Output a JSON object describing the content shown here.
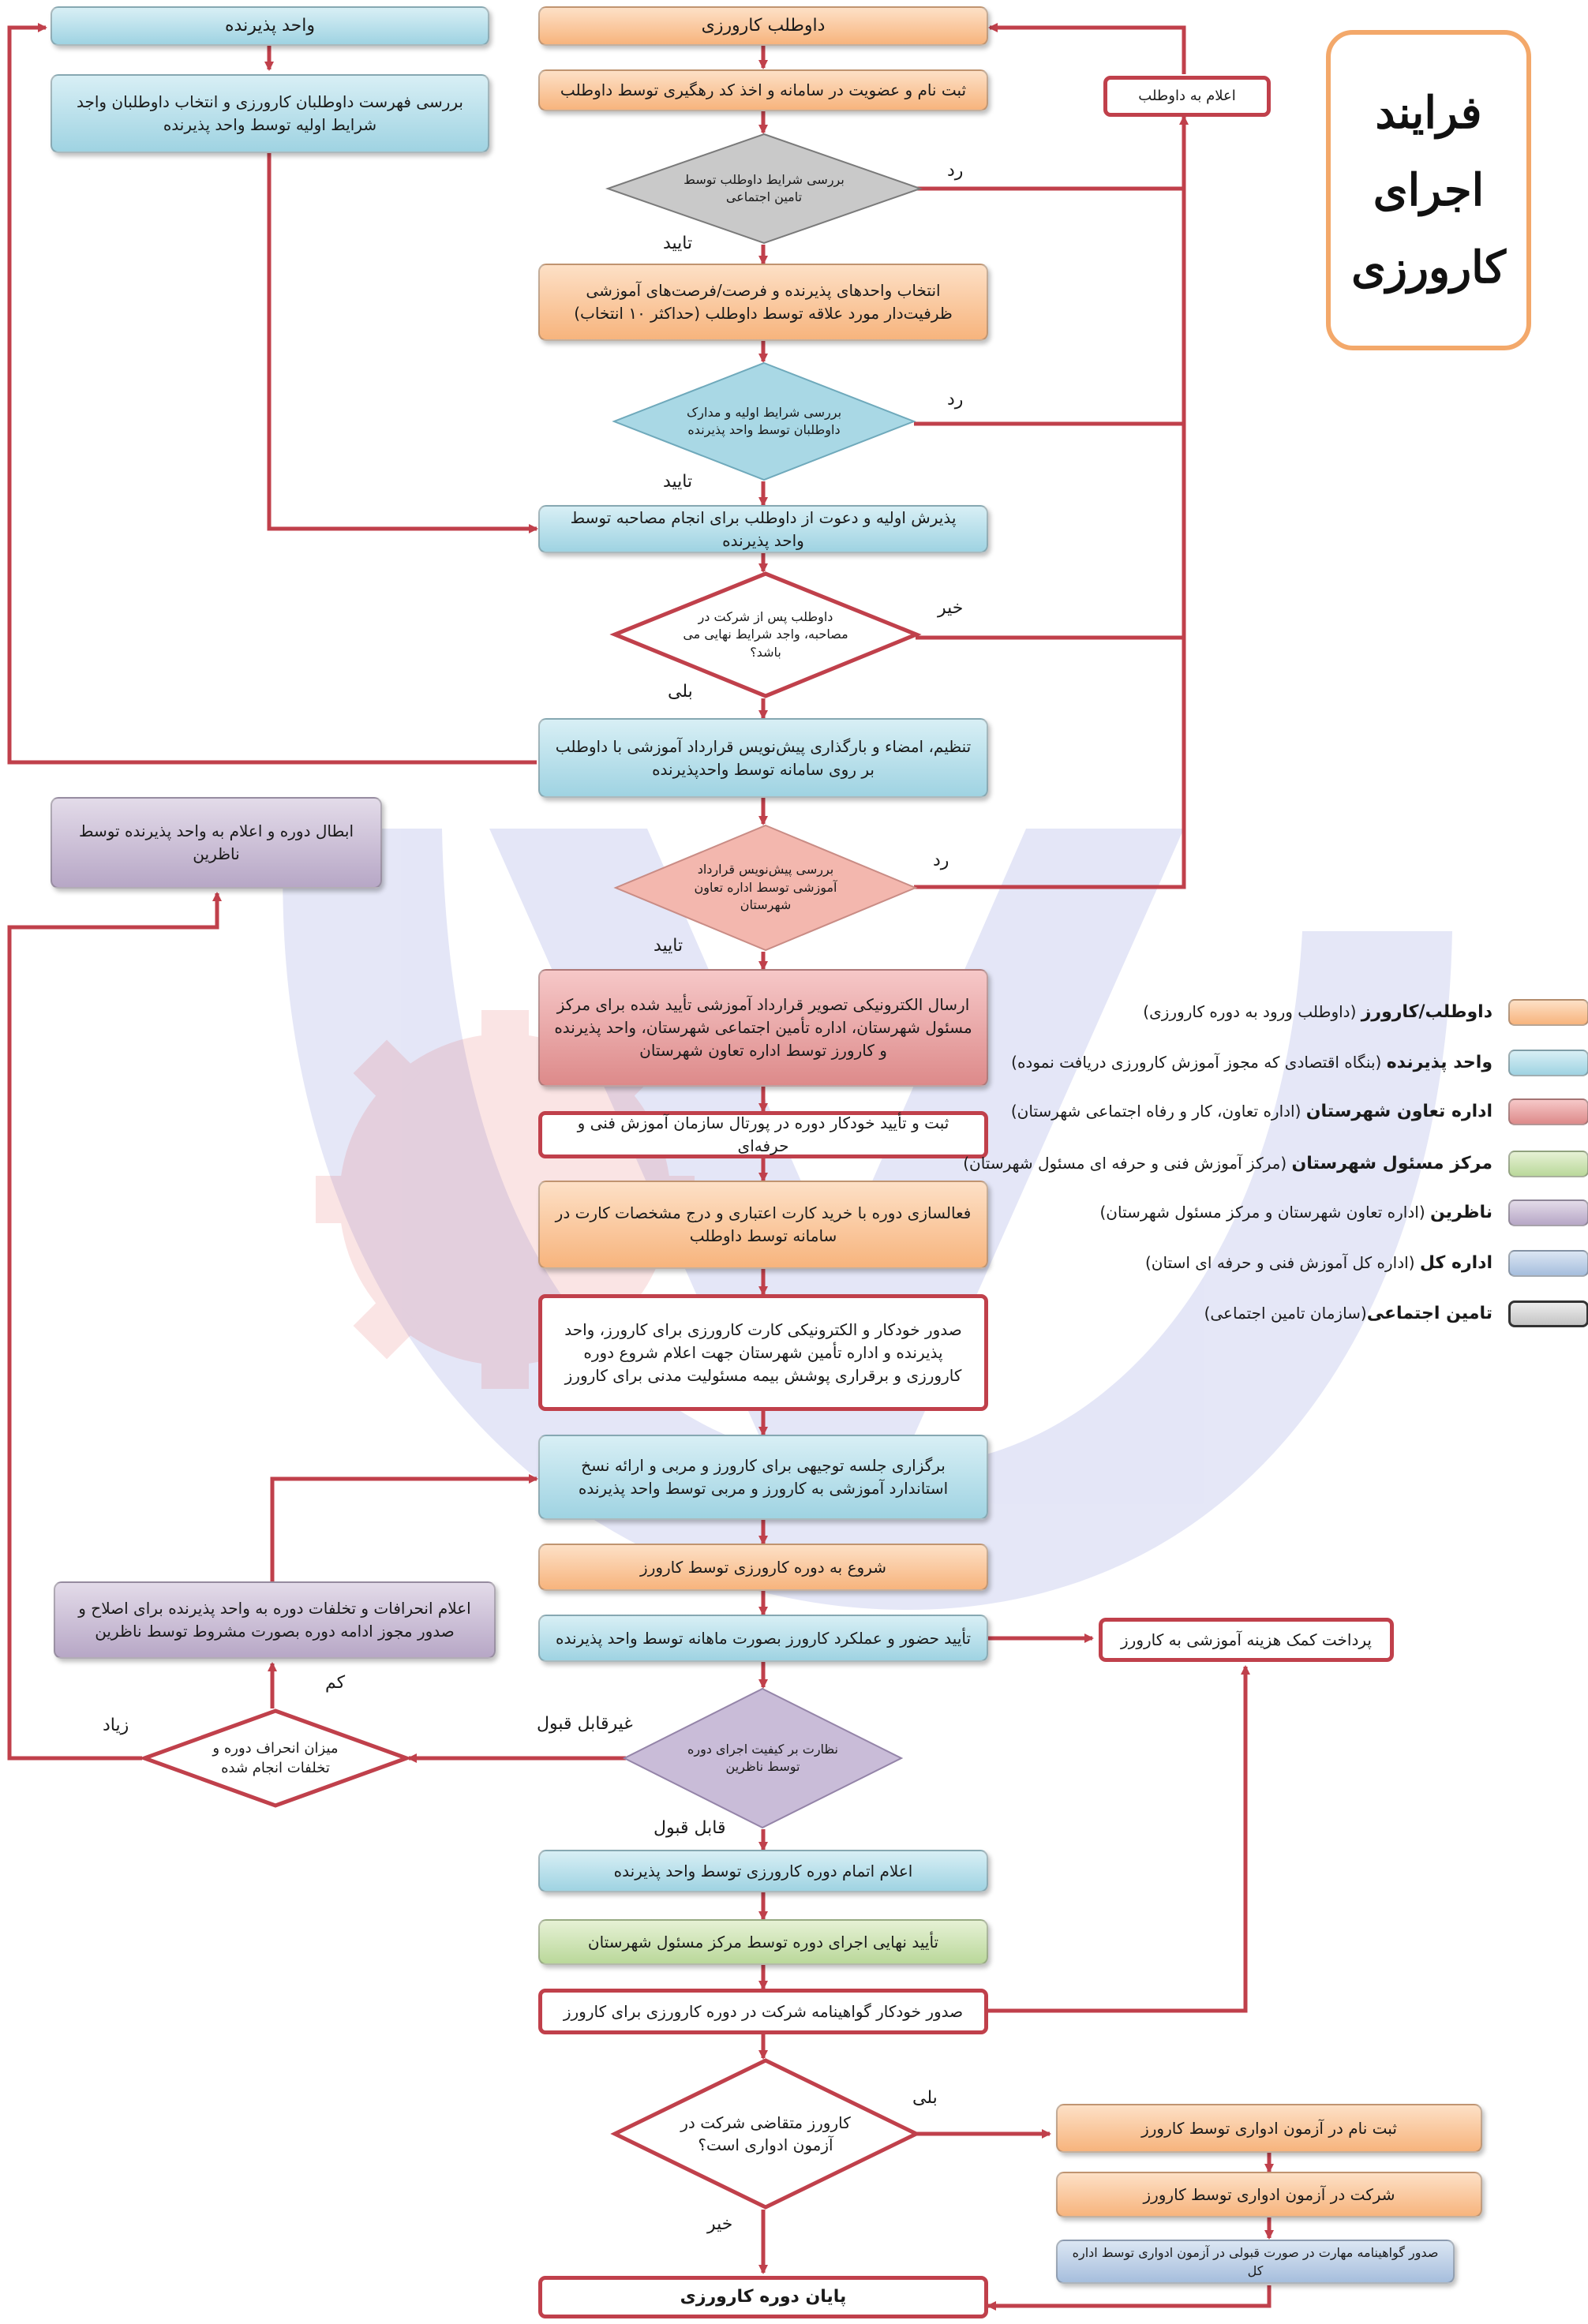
{
  "title": {
    "lines": [
      "فرایند",
      "اجرای",
      "کارورزی"
    ]
  },
  "nodes": {
    "n1": "داوطلب کارورزی",
    "n2": "ثبت نام و عضویت در سامانه و اخذ کد رهگیری توسط داوطلب",
    "d1": "بررسی شرایط داوطلب توسط تامین اجتماعی",
    "n3": "انتخاب واحدهای پذیرنده و فرصت/فرصت‌های آموزشی ظرفیت‌دار مورد علاقه توسط داوطلب (حداکثر ۱۰ انتخاب)",
    "d2": "بررسی شرایط اولیه و مدارک داوطلبان توسط واحد پذیرنده",
    "n4": "پذیرش اولیه و دعوت از داوطلب برای انجام مصاحبه توسط واحد پذیرنده",
    "d3": "داوطلب پس از شرکت در مصاحبه، واجد شرایط نهایی می باشد؟",
    "n5": "تنظیم، امضاء و بارگذاری پیش‌نویس قرارداد آموزشی با داوطلب بر روی سامانه توسط واحدپذیرنده",
    "d4": "بررسی پیش‌نویس قرارداد آموزشی توسط اداره تعاون شهرستان",
    "n6": "ارسال الکترونیکی تصویر قرارداد آموزشی تأیید شده برای مرکز مسئول شهرستان، اداره تأمین اجتماعی شهرستان، واحد پذیرنده و کارورز توسط اداره تعاون شهرستان",
    "n7": "ثبت و تأیید خودکار دوره در پورتال سازمان آموزش فنی و حرفه‌ای",
    "n8": "فعالسازی دوره با خرید کارت اعتباری و درج مشخصات کارت در سامانه توسط داوطلب",
    "n9": "صدور خودکار و الکترونیکی کارت کارورزی برای کارورز، واحد پذیرنده و اداره تأمین شهرستان جهت اعلام شروع دوره کارورزی و برقراری پوشش بیمه مسئولیت مدنی برای کارورز",
    "n10": "برگزاری جلسه توجیهی برای کارورز و مربی و ارائه نسخ استاندارد آموزشی به کارورز و مربی توسط واحد پذیرنده",
    "n11": "شروع به دوره کارورزی توسط کارورز",
    "n12": "تأیید حضور و عملکرد کارورز بصورت ماهانه توسط واحد پذیرنده",
    "d5": "نظارت بر کیفیت اجرای دوره توسط ناظرین",
    "n13": "اعلام اتمام دوره کارورزی توسط واحد پذیرنده",
    "n14": "تأیید نهایی اجرای دوره توسط مرکز مسئول شهرستان",
    "n15": "صدور خودکار گواهینامه شرکت در دوره کارورزی برای کارورز",
    "d6": "کارورز متقاضی شرکت در آزمون ادواری است؟",
    "n16": "پایان دوره کارورزی",
    "r1": "ثبت نام در آزمون ادواری توسط کارورز",
    "r2": "شرکت در آزمون ادواری توسط کارورز",
    "r3": "صدور گواهینامه مهارت در صورت قبولی در آزمون ادواری توسط اداره کل",
    "pay": "پرداخت کمک هزینه آموزشی به کارورز",
    "notify": "اعلام به داوطلب",
    "u1": "واحد پذیرنده",
    "u2": "بررسی فهرست داوطلبان کارورزی و انتخاب داوطلبان واجد شرایط اولیه توسط واحد پذیرنده",
    "cancel": "ابطال دوره و اعلام به واحد پذیرنده توسط ناظرین",
    "warn": "اعلام انحرافات و تخلفات دوره به واحد پذیرنده برای اصلاح و صدور مجوز ادامه دوره بصورت مشروط توسط ناظرین",
    "dd": "میزان انحراف دوره و تخلفات انجام شده"
  },
  "edge_labels": {
    "reject1": "رد",
    "approve1": "تایید",
    "reject2": "رد",
    "approve2": "تایید",
    "no3": "خیر",
    "yes3": "بلی",
    "reject4": "رد",
    "approve4": "تایید",
    "unacceptable": "غیرقابل قبول",
    "acceptable": "قابل قبول",
    "high": "زیاد",
    "low": "کم",
    "yes6": "بلی",
    "no6": "خیر"
  },
  "legend": [
    {
      "bold": "داوطلب/کارورز",
      "desc": " (داوطلب ورود به دوره کارورزی)",
      "color": "#f8c49a"
    },
    {
      "bold": "واحد پذیرنده",
      "desc": " (بنگاه اقتصادی که مجوز آموزش کارورزی دریافت نموده)",
      "color": "#a9d8e5"
    },
    {
      "bold": "اداره تعاون شهرستان",
      "desc": " (اداره تعاون، کار و رفاه اجتماعی شهرستان)",
      "color": "#e79a9a"
    },
    {
      "bold": "مرکز مسئول شهرستان",
      "desc": " (مرکز آموزش فنی و حرفه ای مسئول شهرستان)",
      "color": "#c8e0ab"
    },
    {
      "bold": "ناظرین",
      "desc": " (اداره تعاون شهرستان و مرکز مسئول شهرستان)",
      "color": "#c5b7d3"
    },
    {
      "bold": "اداره کل",
      "desc": " (اداره کل آموزش فنی و حرفه ای استان)",
      "color": "#b0c6e2"
    },
    {
      "bold": "تامین اجتماعی",
      "desc": "(سازمان تامین اجتماعی)",
      "color": "#d2d2d2"
    }
  ],
  "colors": {
    "edge": "#c0404b",
    "watermark": "#3949c4",
    "watermark_gear": "#e05050"
  }
}
